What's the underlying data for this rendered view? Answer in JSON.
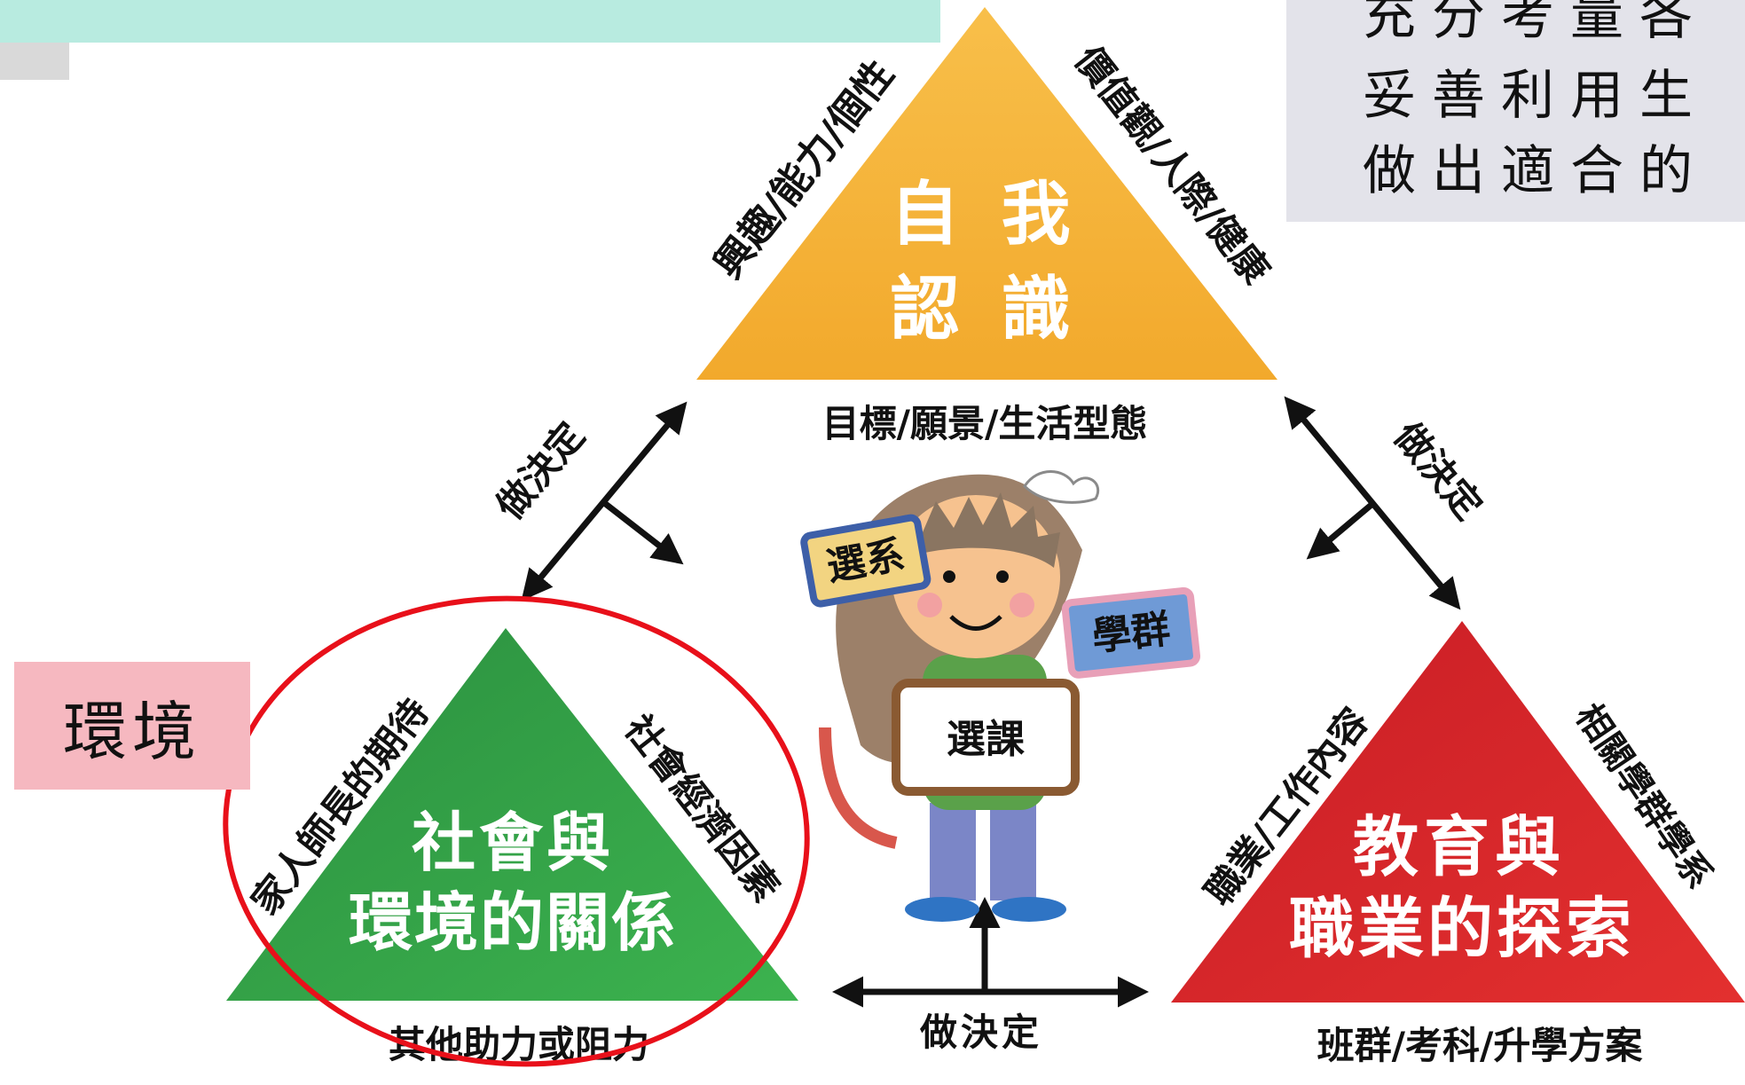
{
  "note_lines": [
    "充分考量各",
    "妥善利用生",
    "做出適合的"
  ],
  "environment_label": "環境",
  "triangles": {
    "self": {
      "title_lines": [
        "自 我",
        "認 識"
      ],
      "left_side": "興趣/能力/個性",
      "right_side": "價值觀/人際/健康",
      "bottom": "目標/願景/生活型態",
      "color": "#f5b43a"
    },
    "society": {
      "title_lines": [
        "社會與",
        "環境的關係"
      ],
      "left_side": "家人師長的期待",
      "right_side": "社會經濟因素",
      "bottom": "其他助力或阻力",
      "color": "#2f9a45"
    },
    "education": {
      "title_lines": [
        "教育與",
        "職業的探索"
      ],
      "left_side": "職業/工作內容",
      "right_side": "相關學群學系",
      "bottom": "班群/考科/升學方案",
      "color": "#d8232a"
    }
  },
  "arrow_labels": {
    "left": "做決定",
    "right": "做決定",
    "bottom": "做決定"
  },
  "child_signs": {
    "left": "選系",
    "right": "學群",
    "board": "選課"
  },
  "highlight_color": "#e8101a"
}
